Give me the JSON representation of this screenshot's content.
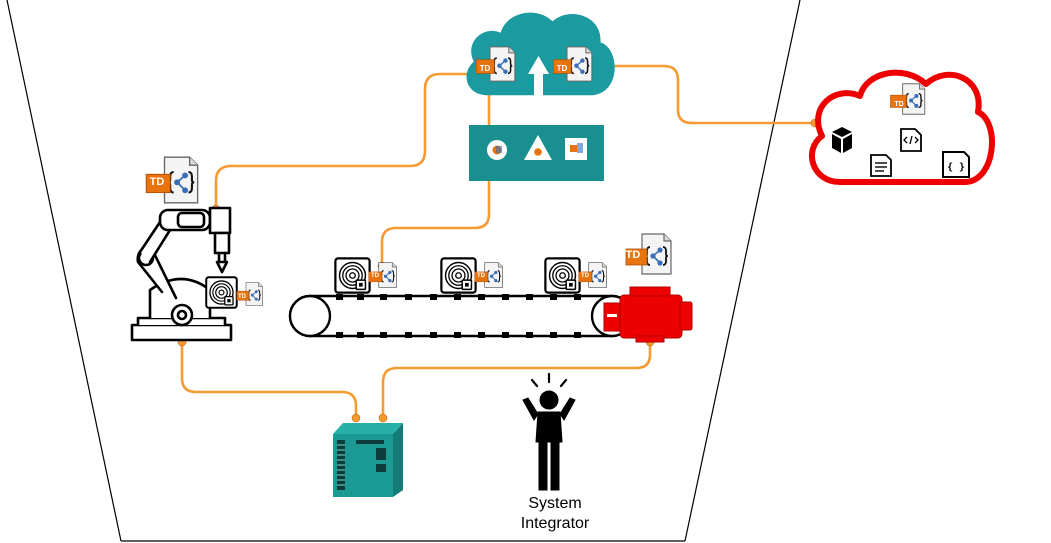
{
  "badges": {
    "td_text": "TD"
  },
  "person": {
    "line1": "System",
    "line2": "Integrator"
  },
  "colors": {
    "connector": "#f59b32",
    "teal": "#1a8f8f",
    "cloud_teal": "#1b9ba0",
    "red": "#ee0000",
    "td_orange": "#e8740f",
    "outline": "#000000"
  },
  "icons": [
    "td-document-icon",
    "robot-arm-icon",
    "hard-disk-icon",
    "conveyor-belt-icon",
    "motor-icon",
    "plc-controller-icon",
    "person-icon",
    "cloud-icon",
    "package-icon",
    "code-file-icon",
    "text-file-icon",
    "json-file-icon",
    "upload-arrow-icon"
  ]
}
